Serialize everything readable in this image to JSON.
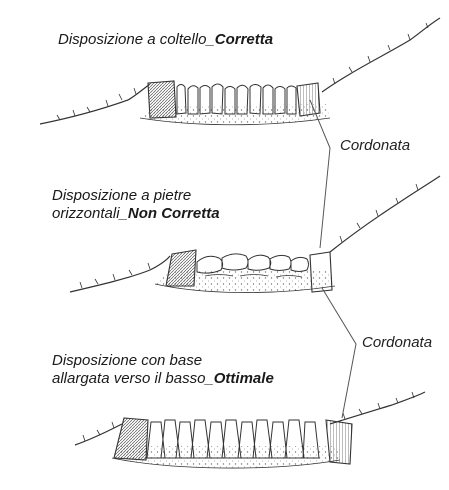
{
  "captions": [
    {
      "prefix": "Disposizione a coltello_",
      "bold": "Corretta"
    },
    {
      "line1": "Disposizione a pietre",
      "prefix": "orizzontali_",
      "bold": "Non Corretta"
    },
    {
      "line1": "Disposizione con base",
      "prefix": "allargata verso il basso_",
      "bold": "Ottimale"
    }
  ],
  "labels": {
    "curb_1": "Cordonata",
    "curb_2": "Cordonata"
  }
}
